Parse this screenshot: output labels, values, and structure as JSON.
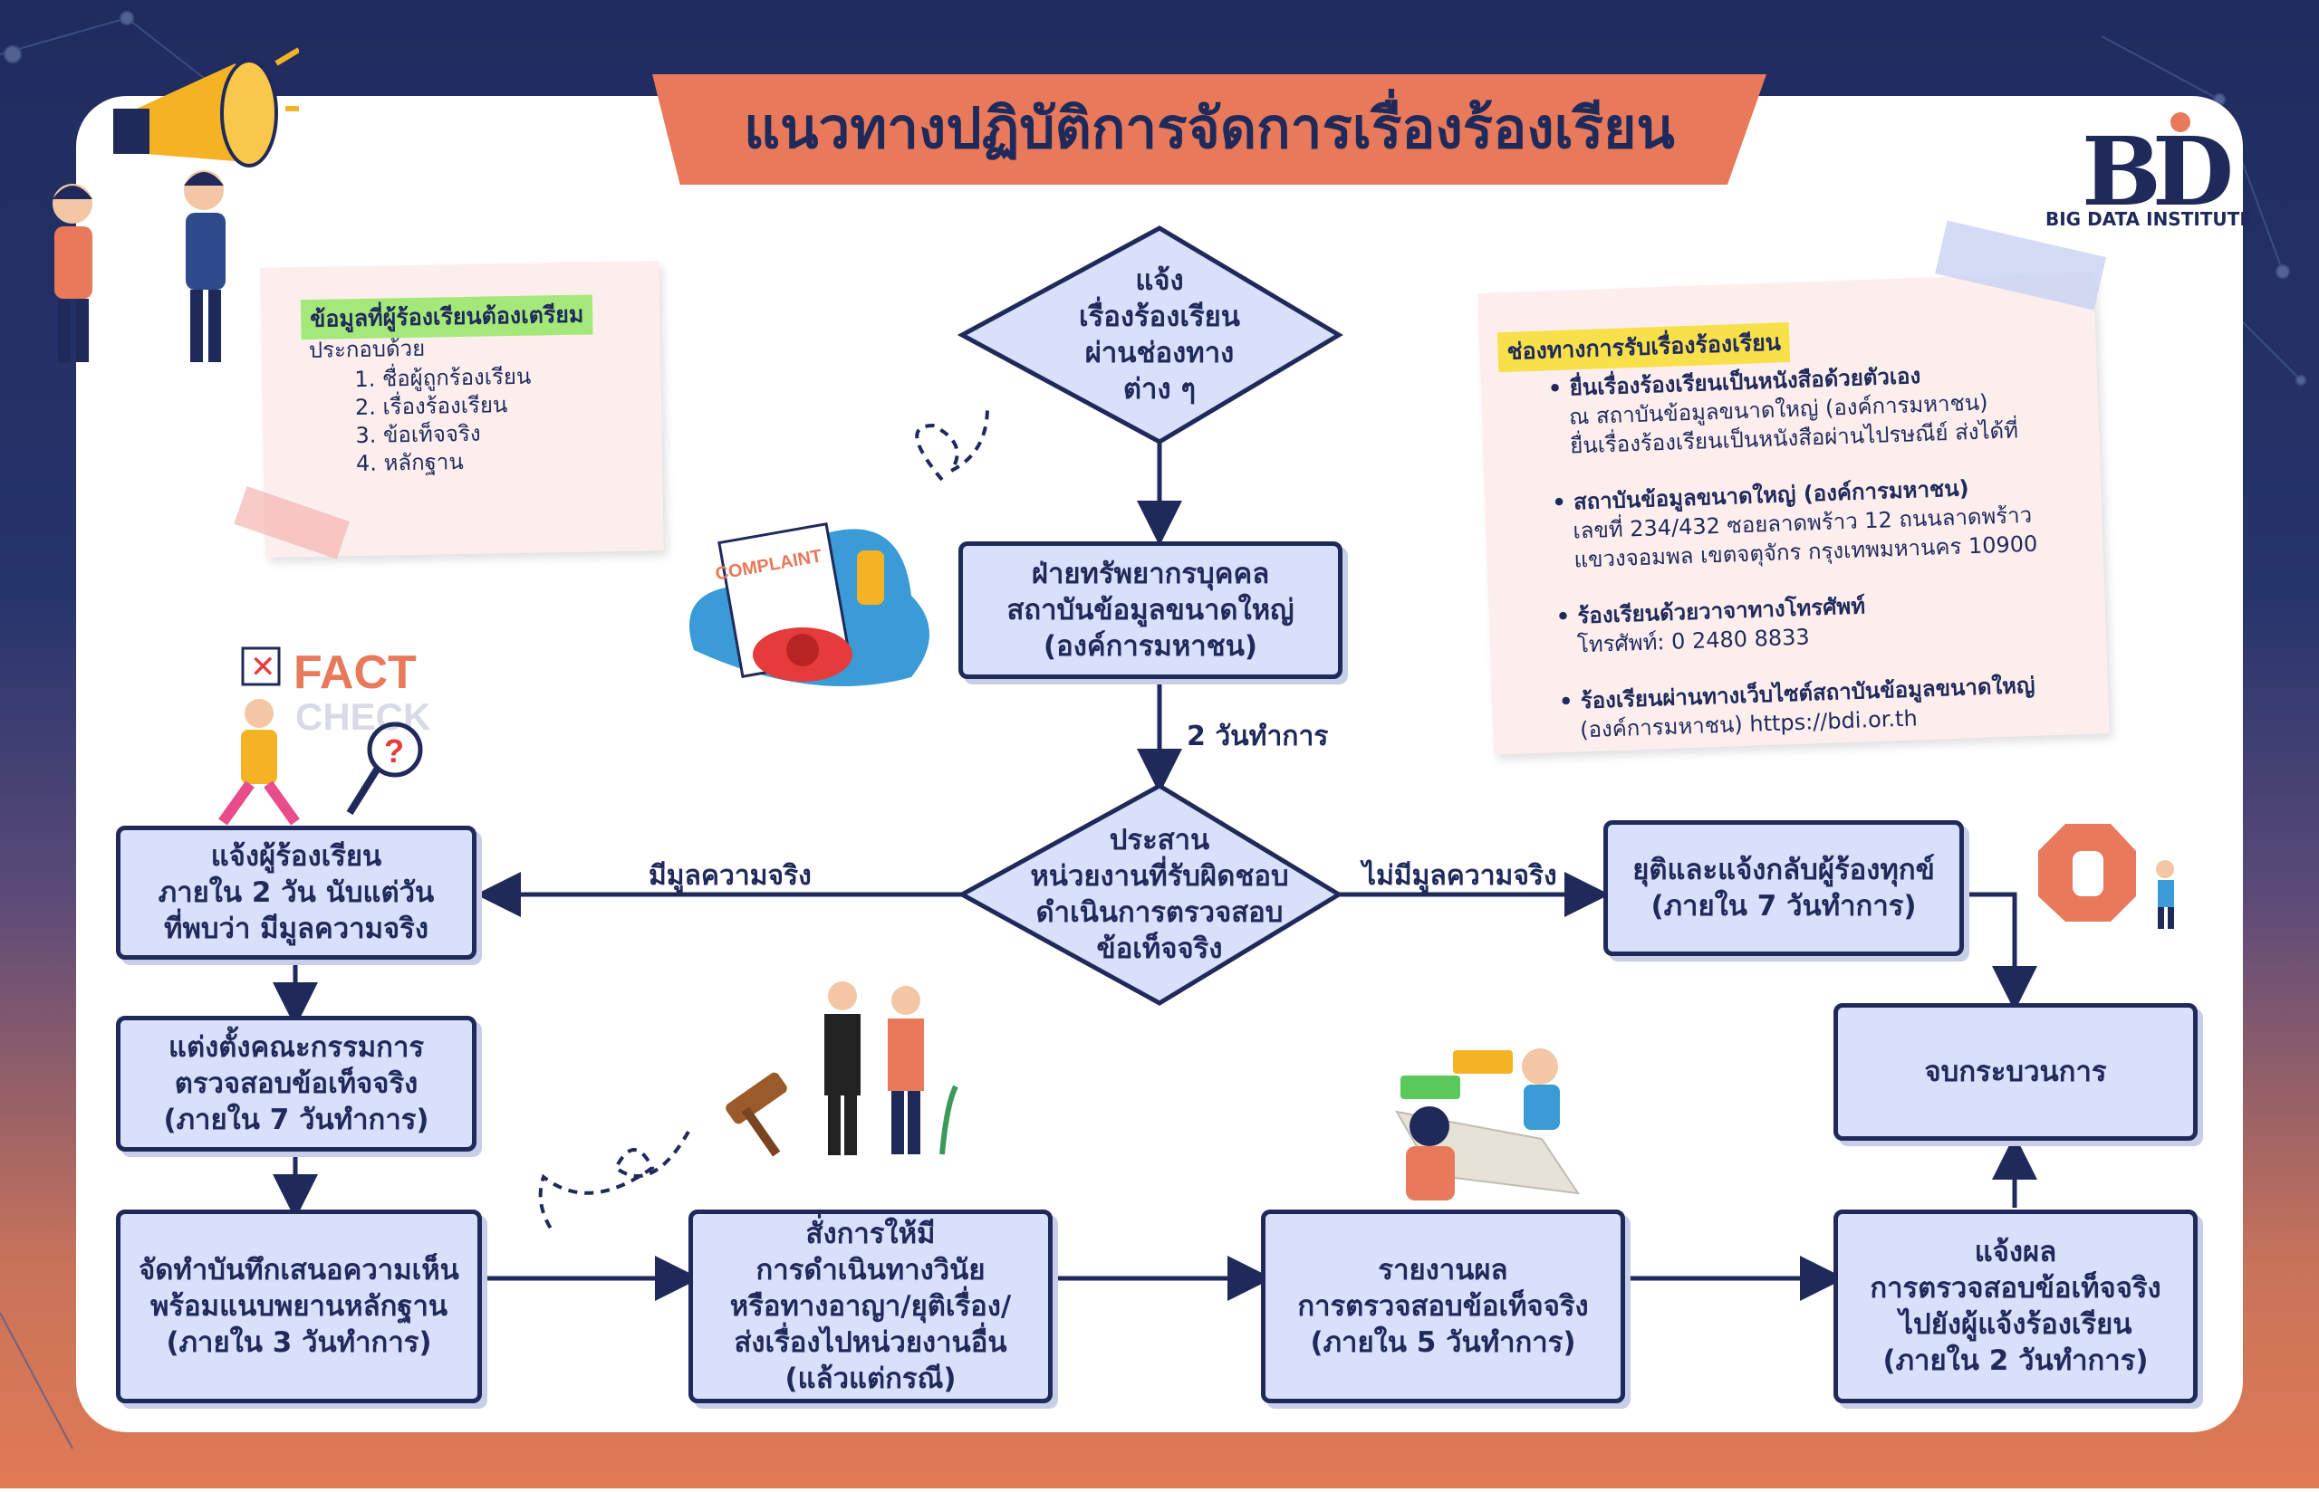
{
  "title": "แนวทางปฏิบัติการจัดการเรื่องร้องเรียน",
  "logo": {
    "mark": "BD",
    "name": "BIG DATA INSTITUTE"
  },
  "colors": {
    "navy": "#1f2a5a",
    "node_fill": "#d9e0fb",
    "accent": "#e8795a",
    "highlight_green": "#a5e87a",
    "highlight_yellow": "#f7e04a",
    "note_bg": "#fdeeee"
  },
  "prepare_note": {
    "heading": "ข้อมูลที่ผู้ร้องเรียนต้องเตรียม",
    "sub": "ประกอบด้วย",
    "items": [
      "1.  ชื่อผู้ถูกร้องเรียน",
      "2.  เรื่องร้องเรียน",
      "3.  ข้อเท็จจริง",
      "4.  หลักฐาน"
    ]
  },
  "channels_note": {
    "heading": "ช่องทางการรับเรื่องร้องเรียน",
    "blocks": [
      {
        "title": "• ยื่นเรื่องร้องเรียนเป็นหนังสือด้วยตัวเอง",
        "lines": [
          "ณ สถาบันข้อมูลขนาดใหญ่ (องค์การมหาชน)",
          "ยื่นเรื่องร้องเรียนเป็นหนังสือผ่านไปรษณีย์ ส่งได้ที่"
        ]
      },
      {
        "title": "• สถาบันข้อมูลขนาดใหญ่ (องค์การมหาชน)",
        "lines": [
          "เลขที่ 234/432 ซอยลาดพร้าว 12 ถนนลาดพร้าว",
          "แขวงจอมพล เขตจตุจักร กรุงเทพมหานคร 10900"
        ]
      },
      {
        "title": "• ร้องเรียนด้วยวาจาทางโทรศัพท์",
        "lines": [
          "โทรศัพท์: 0 2480 8833"
        ]
      },
      {
        "title": "• ร้องเรียนผ่านทางเว็บไซต์สถาบันข้อมูลขนาดใหญ่",
        "lines": [
          "(องค์การมหาชน) https://bdi.or.th"
        ]
      }
    ]
  },
  "illustrations": {
    "fact_check_1": "FACT",
    "fact_check_2": "CHECK",
    "complaint": "COMPLAINT"
  },
  "flow": {
    "start": [
      "แจ้ง",
      "เรื่องร้องเรียน",
      "ผ่านช่องทาง",
      "ต่าง ๆ"
    ],
    "hr": [
      "ฝ่ายทรัพยากรบุคคล",
      "สถาบันข้อมูลขนาดใหญ่",
      "(องค์การมหาชน)"
    ],
    "coord": [
      "ประสาน",
      "หน่วยงานที่รับผิดชอบ",
      "ดำเนินการตรวจสอบ",
      "ข้อเท็จจริง"
    ],
    "notify_found": [
      "แจ้งผู้ร้องเรียน",
      "ภายใน 2 วัน นับแต่วัน",
      "ที่พบว่า มีมูลความจริง"
    ],
    "committee": [
      "แต่งตั้งคณะกรรมการ",
      "ตรวจสอบข้อเท็จจริง",
      "(ภายใน 7 วันทำการ)"
    ],
    "memo": [
      "จัดทำบันทึกเสนอความเห็น",
      "พร้อมแนบพยานหลักฐาน",
      "(ภายใน 3 วันทำการ)"
    ],
    "order": [
      "สั่งการให้มี",
      "การดำเนินทางวินัย",
      "หรือทางอาญา/ยุติเรื่อง/",
      "ส่งเรื่องไปหน่วยงานอื่น",
      "(แล้วแต่กรณี)"
    ],
    "report": [
      "รายงานผล",
      "การตรวจสอบข้อเท็จจริง",
      "(ภายใน 5 วันทำการ)"
    ],
    "notify_result": [
      "แจ้งผล",
      "การตรวจสอบข้อเท็จจริง",
      "ไปยังผู้แจ้งร้องเรียน",
      "(ภายใน 2 วันทำการ)"
    ],
    "stop": [
      "ยุติและแจ้งกลับผู้ร้องทุกข์",
      "(ภายใน 7 วันทำการ)"
    ],
    "end": [
      "จบกระบวนการ"
    ]
  },
  "edges": {
    "two_days": "2 วันทำการ",
    "true_label": "มีมูลความจริง",
    "false_label": "ไม่มีมูลความจริง"
  }
}
